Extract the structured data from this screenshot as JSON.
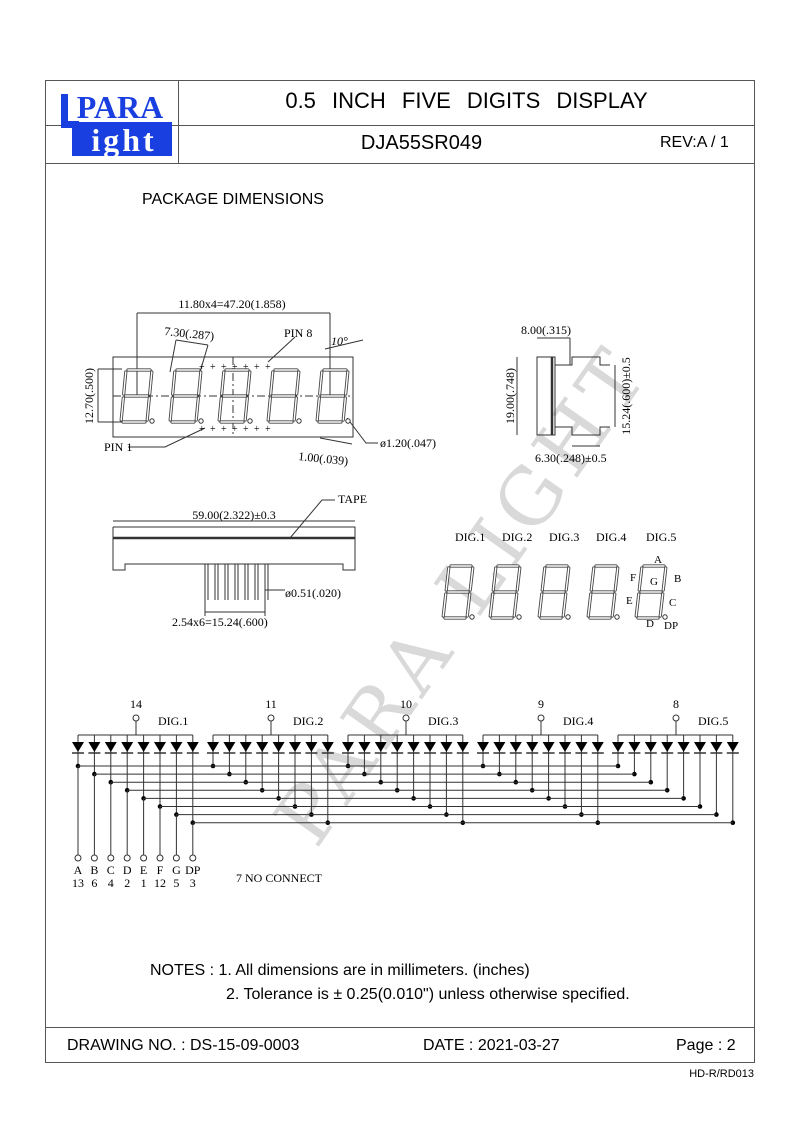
{
  "header": {
    "logo_top": "PARA",
    "logo_bottom": "ight",
    "logo_letter": "L",
    "title": "0.5 INCH FIVE DIGITS DISPLAY",
    "model": "DJA55SR049",
    "revision": "REV:A / 1"
  },
  "section_title": "PACKAGE DIMENSIONS",
  "front_view": {
    "pitch": "11.80x4=47.20(1.858)",
    "digit_width": "7.30(.287)",
    "pin8": "PIN 8",
    "angle": "10°",
    "height": "12.70(.500)",
    "pin1": "PIN 1",
    "dp_size": "1.00(.039)",
    "dp_dia": "ø1.20(.047)"
  },
  "side_view": {
    "width": "8.00(.315)",
    "height": "19.00(.748)",
    "pin_span": "15.24(.600)±0.5",
    "pin_length": "6.30(.248)±0.5"
  },
  "bottom_view": {
    "tape": "TAPE",
    "length": "59.00(2.322)±0.3",
    "pin_dia": "ø0.51(.020)",
    "pin_pitch": "2.54x6=15.24(.600)"
  },
  "digit_labels": [
    "DIG.1",
    "DIG.2",
    "DIG.3",
    "DIG.4",
    "DIG.5"
  ],
  "segment_labels": {
    "a": "A",
    "b": "B",
    "c": "C",
    "d": "D",
    "e": "E",
    "f": "F",
    "g": "G",
    "dp": "DP"
  },
  "circuit": {
    "digits": [
      {
        "label": "DIG.1",
        "pin": "14"
      },
      {
        "label": "DIG.2",
        "pin": "11"
      },
      {
        "label": "DIG.3",
        "pin": "10"
      },
      {
        "label": "DIG.4",
        "pin": "9"
      },
      {
        "label": "DIG.5",
        "pin": "8"
      }
    ],
    "segments": [
      {
        "name": "A",
        "pin": "13"
      },
      {
        "name": "B",
        "pin": "6"
      },
      {
        "name": "C",
        "pin": "4"
      },
      {
        "name": "D",
        "pin": "2"
      },
      {
        "name": "E",
        "pin": "1"
      },
      {
        "name": "F",
        "pin": "12"
      },
      {
        "name": "G",
        "pin": "5"
      },
      {
        "name": "DP",
        "pin": "3"
      }
    ],
    "no_connect": "7 NO CONNECT"
  },
  "watermark": "PARA LIGHT",
  "notes": {
    "line1": "NOTES : 1. All dimensions are in millimeters. (inches)",
    "line2": "2. Tolerance is ± 0.25(0.010\") unless otherwise specified."
  },
  "footer": {
    "drawing_no": "DRAWING NO. : DS-15-09-0003",
    "date": "DATE : 2021-03-27",
    "page": "Page : 2",
    "form_code": "HD-R/RD013"
  },
  "colors": {
    "logo_blue": "#1a3fe0",
    "line": "#555555",
    "watermark": "#d9d9d9"
  }
}
